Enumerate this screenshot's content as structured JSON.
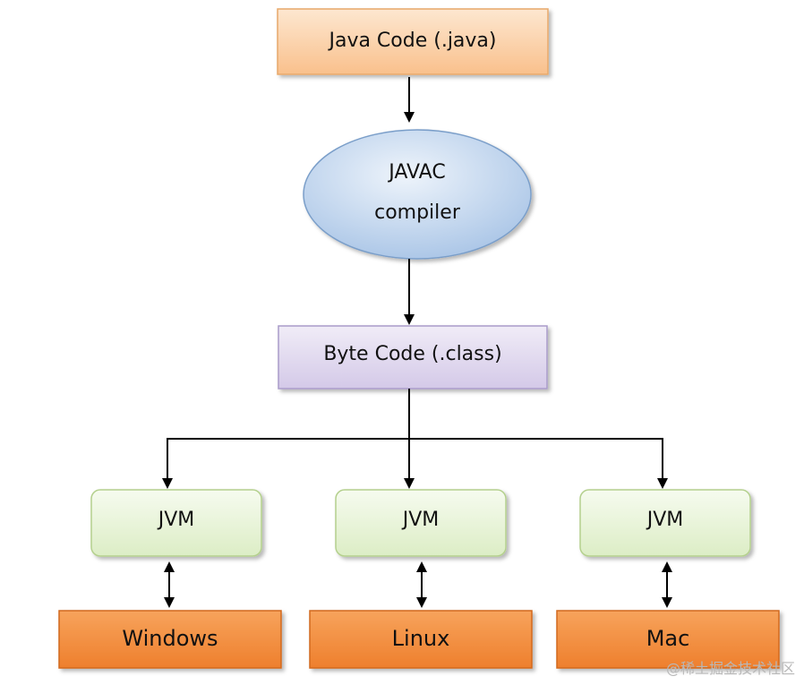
{
  "nodes": {
    "source": "Java Code (.java)",
    "compiler_line1": "JAVAC",
    "compiler_line2": "compiler",
    "bytecode": "Byte Code (.class)",
    "jvm_windows": "JVM",
    "jvm_linux": "JVM",
    "jvm_mac": "JVM",
    "os_windows": "Windows",
    "os_linux": "Linux",
    "os_mac": "Mac"
  },
  "watermark": "@稀土掘金技术社区",
  "colors": {
    "source_fill": "#fbd0a6",
    "source_border": "#e8a86a",
    "compiler_fill": "#b5cdea",
    "compiler_border": "#7a9ec9",
    "bytecode_fill": "#ddd5ec",
    "bytecode_border": "#a99bc9",
    "jvm_fill": "#e5f2d2",
    "jvm_border": "#b4d08d",
    "os_fill": "#f28c3c",
    "os_border": "#d2691e",
    "arrow": "#000000"
  },
  "icons": {
    "flow_arrow": "arrow-down",
    "link_arrow": "double-arrow-vertical"
  }
}
